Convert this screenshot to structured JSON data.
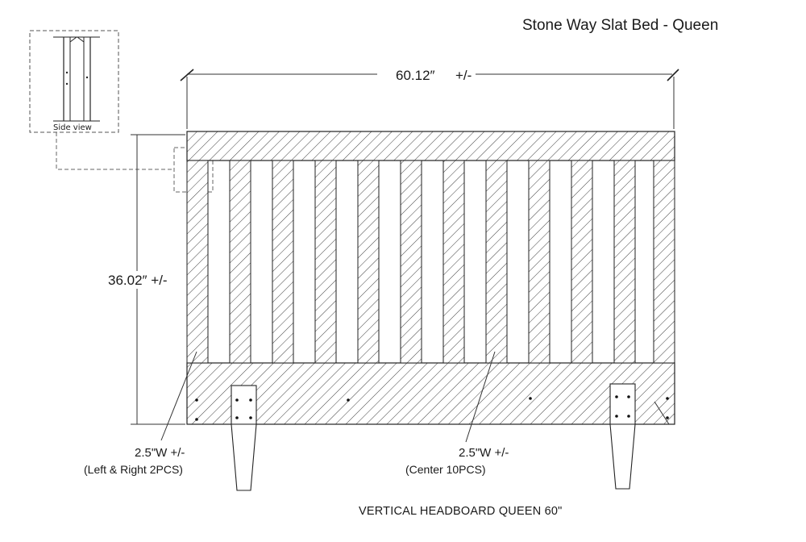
{
  "title": "Stone Way Slat Bed - Queen",
  "dimensions": {
    "width_value": "60.12″",
    "width_tolerance": "+/-",
    "height_label": "36.02″ +/-"
  },
  "side_view": {
    "label": "Side view"
  },
  "callouts": {
    "outer_slats": {
      "width": "2.5\"W +/-",
      "note": "(Left & Right 2PCS)"
    },
    "center_slats": {
      "width": "2.5\"W +/-",
      "note": "(Center 10PCS)"
    }
  },
  "caption": "VERTICAL HEADBOARD QUEEN 60\""
}
